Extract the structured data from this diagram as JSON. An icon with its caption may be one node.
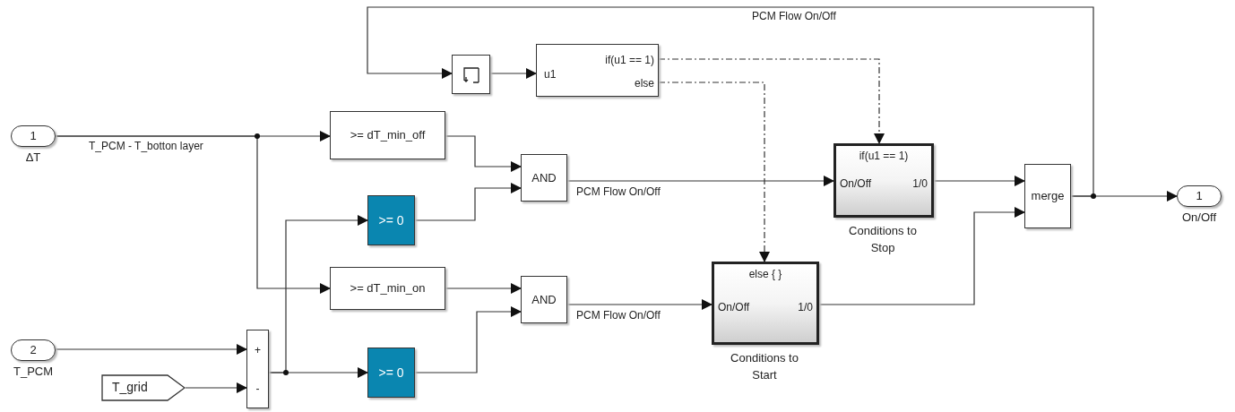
{
  "diagram": {
    "nodes": [
      {
        "text": [
          "1"
        ],
        "beside": [
          "ΔT"
        ]
      },
      {
        "text": [
          "2"
        ],
        "beside": [
          "T_PCM"
        ]
      },
      {
        "text": [
          "T_grid"
        ]
      },
      {
        "text": [
          "+",
          "-"
        ]
      },
      {
        "text": [
          ">= dT_min_off"
        ]
      },
      {
        "text": [
          ">= 0"
        ]
      },
      {
        "text": [
          ">= dT_min_on"
        ]
      },
      {
        "text": [
          ">= 0"
        ]
      },
      {
        "text": [
          "AND"
        ]
      },
      {
        "text": [
          "AND"
        ]
      },
      {
        "text": [],
        "shape": "box"
      },
      {
        "text": [
          "u1",
          "if(u1 == 1)",
          "else"
        ]
      },
      {
        "text": [
          "if(u1 == 1)",
          "On/Off",
          "1/0"
        ],
        "beside": [
          "Conditions to Stop"
        ]
      },
      {
        "text": [
          "else { }",
          "On/Off",
          "1/0"
        ],
        "beside": [
          "Conditions to Start"
        ]
      },
      {
        "text": [
          "merge"
        ]
      },
      {
        "text": [
          "1"
        ],
        "beside": [
          "On/Off"
        ]
      }
    ],
    "edges": [
      {
        "from": 0,
        "to": 4,
        "arrow": "to",
        "label": "T_PCM - T_botton layer"
      },
      {
        "from": 0,
        "to": 6,
        "arrow": "to"
      },
      {
        "from": 1,
        "to": 3,
        "arrow": "to"
      },
      {
        "from": 2,
        "to": 3,
        "arrow": "to"
      },
      {
        "from": 3,
        "to": 5,
        "arrow": "to"
      },
      {
        "from": 3,
        "to": 7,
        "arrow": "to"
      },
      {
        "from": 4,
        "to": 8,
        "arrow": "to"
      },
      {
        "from": 5,
        "to": 8,
        "arrow": "to"
      },
      {
        "from": 6,
        "to": 9,
        "arrow": "to"
      },
      {
        "from": 7,
        "to": 9,
        "arrow": "to"
      },
      {
        "from": 8,
        "to": 12,
        "arrow": "to",
        "label": "PCM Flow On/Off"
      },
      {
        "from": 9,
        "to": 13,
        "arrow": "to",
        "label": "PCM Flow On/Off"
      },
      {
        "from": 11,
        "to": 12,
        "arrow": "to",
        "style": "dashed"
      },
      {
        "from": 11,
        "to": 13,
        "arrow": "to",
        "style": "dashed"
      },
      {
        "from": 12,
        "to": 14,
        "arrow": "to"
      },
      {
        "from": 13,
        "to": 14,
        "arrow": "to"
      },
      {
        "from": 14,
        "to": 15,
        "arrow": "to"
      },
      {
        "from": 14,
        "to": 10,
        "arrow": "to",
        "label": "PCM Flow On/Off"
      },
      {
        "from": 10,
        "to": 11,
        "arrow": "to"
      }
    ]
  }
}
